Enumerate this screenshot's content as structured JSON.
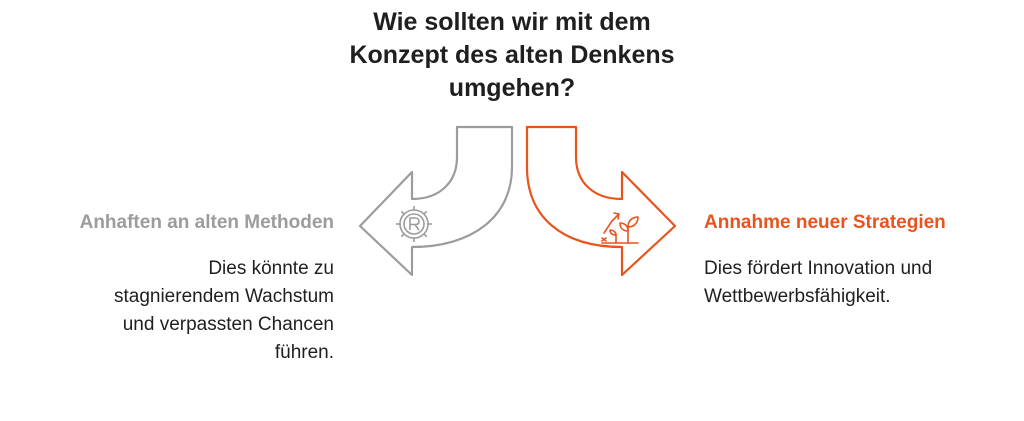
{
  "title": {
    "lines": [
      "Wie sollten wir mit dem",
      "Konzept des alten Denkens",
      "umgehen?"
    ]
  },
  "left_option": {
    "heading": "Anhaften an alten Methoden",
    "description_lines": [
      "Dies könnte zu",
      "stagnierendem Wachstum",
      "und verpassten Chancen",
      "führen."
    ],
    "icon": "gear-r-icon",
    "color": "#9c9c9c"
  },
  "right_option": {
    "heading": "Annahme neuer Strategien",
    "description_lines": [
      "Dies fördert Innovation und",
      "Wettbewerbsfähigkeit."
    ],
    "icon": "growing-plant-icon",
    "color": "#e9541e"
  },
  "colors": {
    "title": "#1f1f1f",
    "body_text": "#1f1f1f"
  }
}
